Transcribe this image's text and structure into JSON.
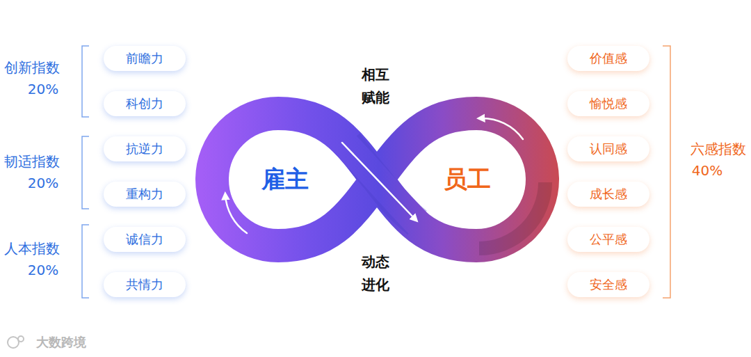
{
  "diagram": {
    "nodes": [
      {
        "text": [
          "前瞻力"
        ]
      },
      {
        "text": [
          "科创力"
        ]
      },
      {
        "text": [
          "抗逆力"
        ]
      },
      {
        "text": [
          "重构力"
        ]
      },
      {
        "text": [
          "诚信力"
        ]
      },
      {
        "text": [
          "共情力"
        ]
      },
      {
        "text": [
          "价值感"
        ]
      },
      {
        "text": [
          "愉悦感"
        ]
      },
      {
        "text": [
          "认同感"
        ]
      },
      {
        "text": [
          "成长感"
        ]
      },
      {
        "text": [
          "公平感"
        ]
      },
      {
        "text": [
          "安全感"
        ]
      }
    ],
    "labels": [
      "创新指数",
      "20%",
      "韧适指数",
      "20%",
      "人本指数",
      "20%",
      "相互 赋能",
      "雇主",
      "员工",
      "动态 进化",
      "六感指数",
      "40%",
      "大数跨境"
    ]
  }
}
